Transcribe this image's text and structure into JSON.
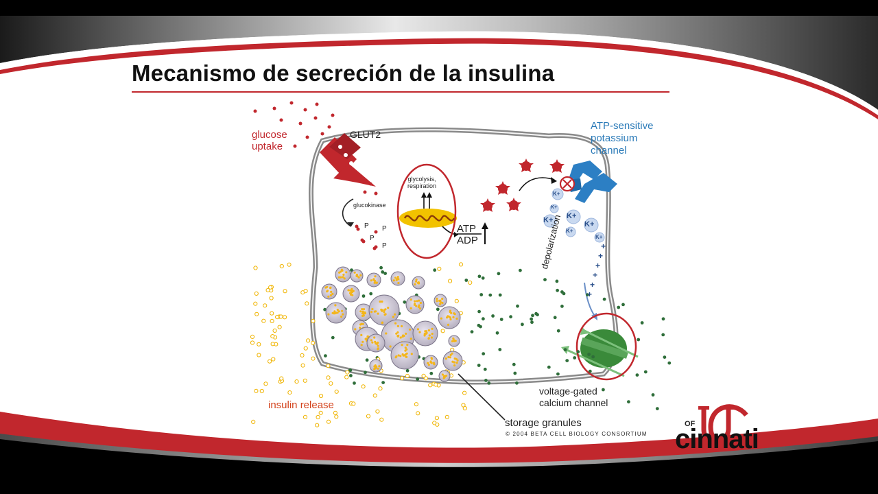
{
  "slide": {
    "title": "Mecanismo de secreción de la insulina"
  },
  "diagram": {
    "labels": {
      "glucose_uptake": [
        "glucose",
        "uptake"
      ],
      "glut2": "GLUT2",
      "glucokinase": "glucokinase",
      "glycolysis": [
        "glycolysis,",
        "respiration"
      ],
      "atp": "ATP",
      "adp": "ADP",
      "atp_channel": [
        "ATP-sensitive",
        "potassium",
        "channel"
      ],
      "k_ion": "K+",
      "phosphate": "P",
      "plus_sign": "+",
      "depolarization": "depolarization",
      "voltage_channel": [
        "voltage-gated",
        "calcium channel"
      ],
      "insulin_release": "insulin release",
      "storage_granules": "storage granules",
      "copyright": "© 2004 BETA CELL BIOLOGY CONSORTIUM"
    }
  },
  "logo": {
    "monogram": "UC",
    "text": "cinnati",
    "fragment": "OF"
  },
  "colors": {
    "brand_red": "#c1272d",
    "cell_membrane": "#8a8a8a",
    "mitochondria": "#f2c200",
    "k_channel": "#2c7fc4",
    "ca_channel": "#3a8a3a",
    "highlight_circle": "#c1272d"
  }
}
